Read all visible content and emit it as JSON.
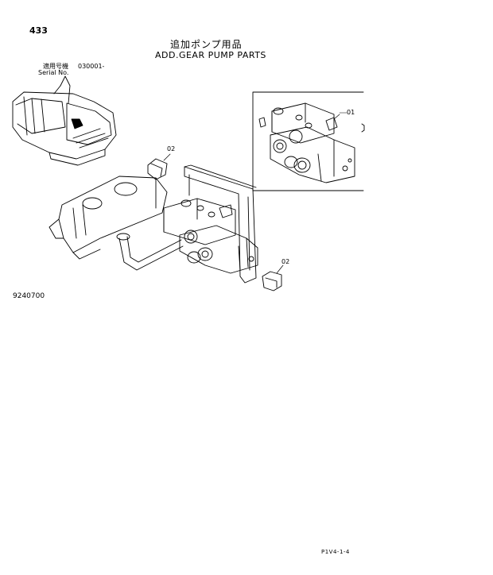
{
  "header": {
    "page_number": "433",
    "title_jp": "追加ポンプ用品",
    "title_en": "ADD.GEAR PUMP PARTS"
  },
  "serial": {
    "label_jp": "適用号機",
    "value": "030001-",
    "label_en": "Serial No."
  },
  "figure": {
    "number": "9240700",
    "callouts": [
      "01",
      "02",
      "02"
    ]
  },
  "footer": {
    "code": "P1V4-1-4"
  }
}
